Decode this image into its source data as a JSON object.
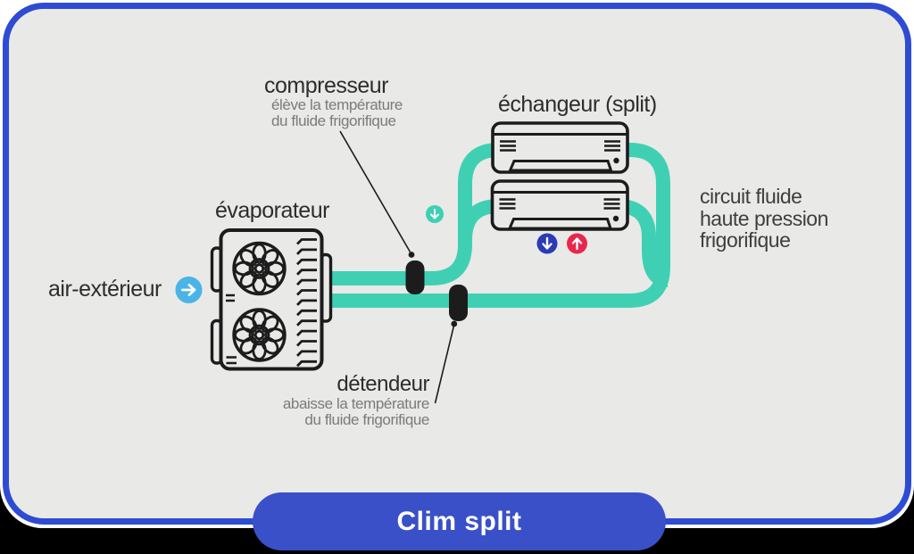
{
  "badge": {
    "label": "Clim split"
  },
  "labels": {
    "compressor": {
      "title": "compresseur",
      "desc1": "élève la température",
      "desc2": "du fluide frigorifique"
    },
    "exchanger": {
      "title": "échangeur (split)"
    },
    "evaporator": {
      "title": "évaporateur"
    },
    "outside_air": {
      "title": "air-extérieur"
    },
    "circuit": {
      "line1": "circuit fluide",
      "line2": "haute pression",
      "line3": "frigorifique"
    },
    "expansion_valve": {
      "title": "détendeur",
      "desc1": "abaisse la température",
      "desc2": "du fluide frigorifique"
    }
  },
  "icons": {
    "outside_air_arrow": "right-arrow-icon",
    "flow_indicator": "down-arrow-icon",
    "cold_indicator": "down-arrow-icon",
    "hot_indicator": "up-arrow-icon"
  },
  "colors": {
    "teal": "#3fd0b4",
    "frame_blue": "#2e4bd3",
    "badge_blue": "#3a50c8",
    "light_blue": "#4ab4e6",
    "indigo": "#2b3ab5",
    "red": "#e8274d",
    "bg_gray": "#e9e9e7",
    "ink": "#1c1c1c",
    "text_dark": "#2d2d2d",
    "text_gray": "#7b7b7b"
  }
}
